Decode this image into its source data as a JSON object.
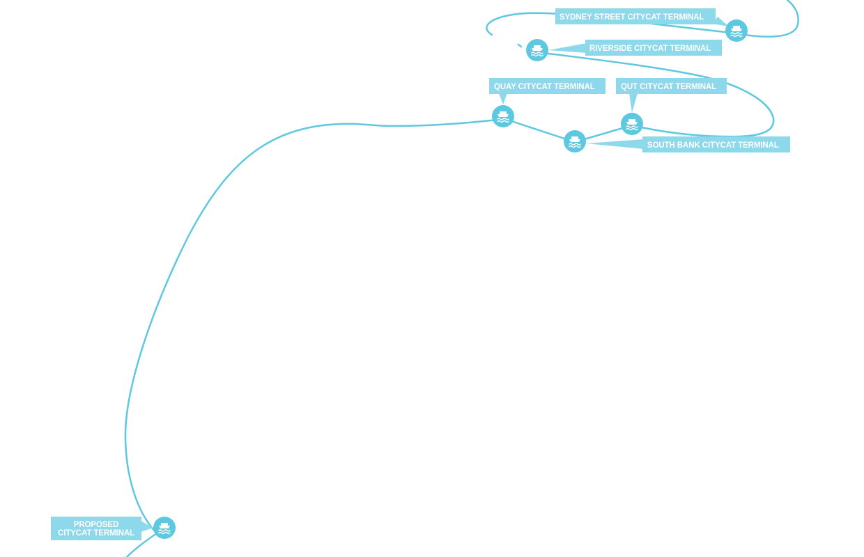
{
  "map": {
    "accent_color": "#5ec8e0",
    "label_color": "#8ed8ec",
    "label_text_color": "#ffffff",
    "terminal_icon": "ferry-icon"
  },
  "terminals": {
    "sydney_street": {
      "label": "SYDNEY STREET CITYCAT TERMINAL"
    },
    "riverside": {
      "label": "RIVERSIDE CITYCAT TERMINAL"
    },
    "quay": {
      "label": "QUAY CITYCAT TERMINAL"
    },
    "qut": {
      "label": "QUT CITYCAT TERMINAL"
    },
    "south_bank": {
      "label": "SOUTH BANK CITYCAT TERMINAL"
    },
    "proposed": {
      "label_line1": "PROPOSED",
      "label_line2": "CITYCAT TERMINAL"
    }
  }
}
